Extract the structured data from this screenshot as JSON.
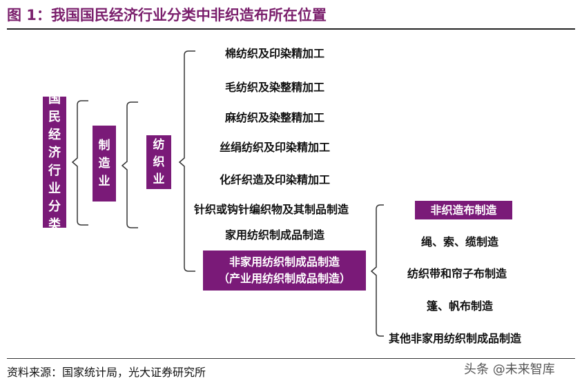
{
  "header": {
    "title": "图 1：我国国民经济行业分类中非织造布所在位置"
  },
  "tree": {
    "level1": "国民经济行业分类",
    "level2": "制造业",
    "level3": "纺织业",
    "branches": [
      "棉纺织及印染精加工",
      "毛纺织及染整精加工",
      "麻纺织及染整精加工",
      "丝绢纺织及印染精加工",
      "化纤织造及印染精加工",
      "针织或钩针编织物及其制品制造",
      "家用纺织制成品制造"
    ],
    "highlight_branch": {
      "line1": "非家用纺织制成品制造",
      "line2": "（产业用纺织制成品制造）"
    },
    "sub_highlight": "非织造布制造",
    "sub_branches": [
      "绳、索、缆制造",
      "纺织带和帘子布制造",
      "篷、帆布制造",
      "其他非家用纺织制成品制造"
    ]
  },
  "footer": {
    "source": "资料来源：国家统计局，光大证券研究所",
    "watermark": "头条 @未来智库"
  }
}
